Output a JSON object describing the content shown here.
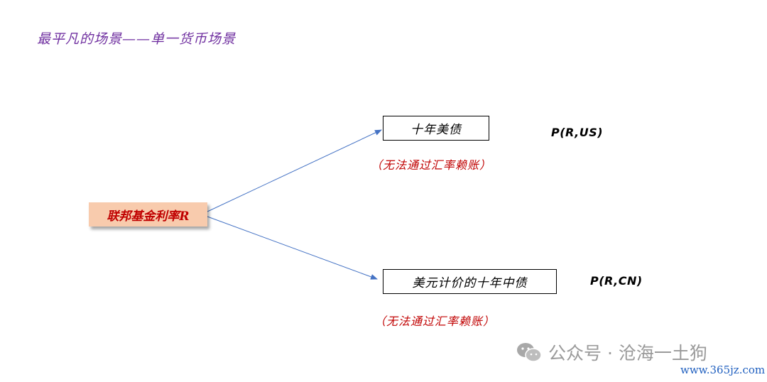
{
  "title": "最平凡的场景——单一货币场景",
  "source_node": {
    "label": "联邦基金利率R"
  },
  "targets": [
    {
      "label": "十年美债",
      "price": "P(R,US)",
      "note": "（无法通过汇率赖账）"
    },
    {
      "label": "美元计价的十年中债",
      "price": "P(R,CN)",
      "note": "（无法通过汇率赖账）"
    }
  ],
  "watermark": {
    "account": "公众号 · 沧海一土狗",
    "site": "www.365jz.com",
    "icon": "wechat-icon"
  },
  "colors": {
    "title": "#7030A0",
    "source_fill": "#F8CBAD",
    "source_text": "#C00000",
    "note_text": "#C00000",
    "arrow": "#4472C4"
  }
}
